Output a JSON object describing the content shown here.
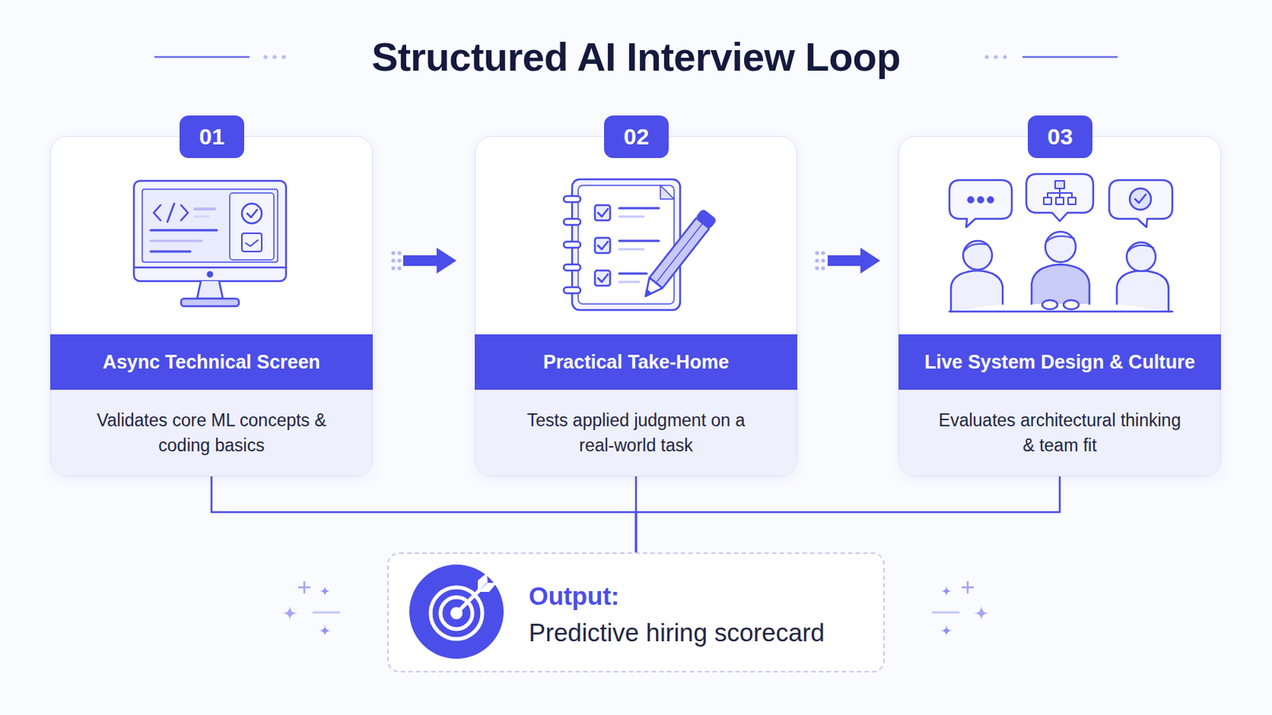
{
  "diagram": {
    "title": "Structured AI Interview Loop",
    "nodes": [
      {
        "text": [
          "01",
          "Async Technical Screen",
          "Validates core ML concepts & coding basics"
        ]
      },
      {
        "text": [
          "02",
          "Practical Take-Home",
          "Tests applied judgment on a real-world task"
        ]
      },
      {
        "text": [
          "03",
          "Live System Design & Culture",
          "Evaluates architectural thinking & team fit"
        ]
      },
      {
        "text": [
          "Output:",
          "Predictive hiring scorecard"
        ]
      }
    ],
    "edges": [
      {
        "from": 0,
        "to": 1,
        "arrow": "to"
      },
      {
        "from": 1,
        "to": 2,
        "arrow": "to"
      },
      {
        "from": 0,
        "to": 3,
        "arrow": "none"
      },
      {
        "from": 1,
        "to": 3,
        "arrow": "none"
      },
      {
        "from": 2,
        "to": 3,
        "arrow": "none"
      }
    ]
  }
}
